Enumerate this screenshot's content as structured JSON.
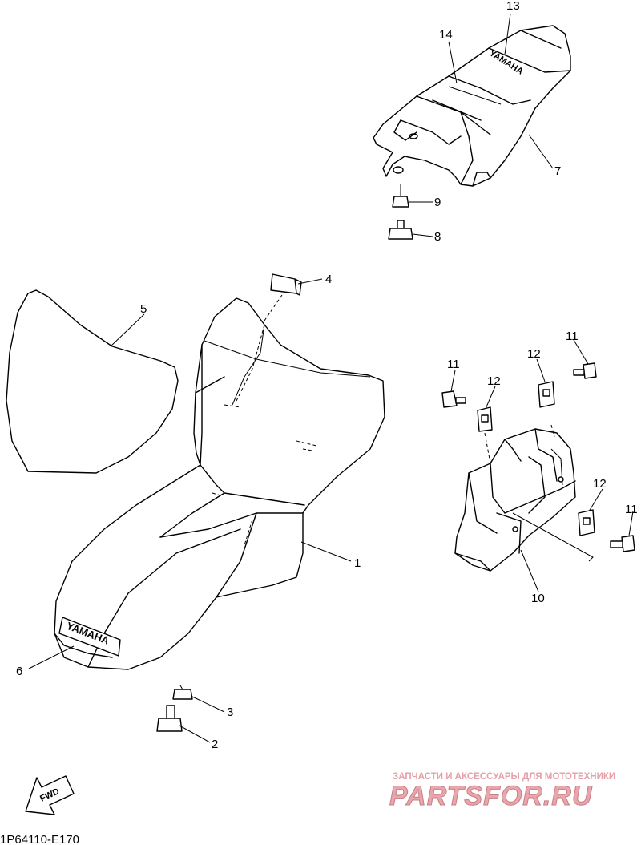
{
  "diagram_code": "1P64110-E170",
  "fwd_label": "FWD",
  "brand_marks": {
    "side_cover_logo": "YAMAHA",
    "tail_cover_logo": "YAMAHA"
  },
  "watermark": {
    "caption": "ЗАПЧАСТИ И АКСЕССУАРЫ ДЛЯ МОТОТЕХНИКИ",
    "logo": "PARTSFOR.RU",
    "color": "#e6a3a9"
  },
  "callouts": [
    {
      "id": "c13",
      "num": "13"
    },
    {
      "id": "c14",
      "num": "14"
    },
    {
      "id": "c7",
      "num": "7"
    },
    {
      "id": "c9",
      "num": "9"
    },
    {
      "id": "c8",
      "num": "8"
    },
    {
      "id": "c4",
      "num": "4"
    },
    {
      "id": "c5",
      "num": "5"
    },
    {
      "id": "c1",
      "num": "1"
    },
    {
      "id": "c6",
      "num": "6"
    },
    {
      "id": "c3",
      "num": "3"
    },
    {
      "id": "c2",
      "num": "2"
    },
    {
      "id": "c11a",
      "num": "11"
    },
    {
      "id": "c12a",
      "num": "12"
    },
    {
      "id": "c12b",
      "num": "12"
    },
    {
      "id": "c11b",
      "num": "11"
    },
    {
      "id": "c12c",
      "num": "12"
    },
    {
      "id": "c11c",
      "num": "11"
    },
    {
      "id": "c10",
      "num": "10"
    }
  ]
}
